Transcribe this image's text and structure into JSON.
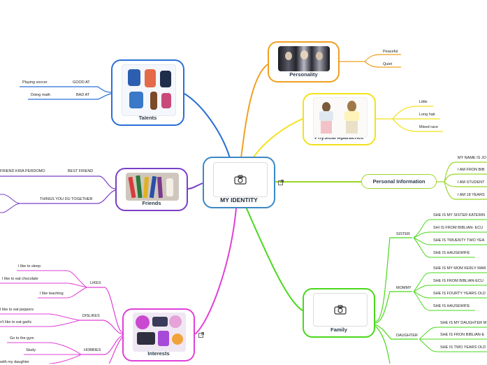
{
  "central": {
    "title": "MY IDENTITY",
    "icon": "camera-icon"
  },
  "personality": {
    "title": "Personality",
    "items": [
      "Peaceful",
      "Quiet"
    ]
  },
  "physical": {
    "title": "Physical Aparaence",
    "items": [
      "Little",
      "Long hair",
      "Mixed race"
    ]
  },
  "personal_info": {
    "title": "Personal Information",
    "items": [
      "MY NAME IS JO",
      "I AM FRON BIB",
      "I AM STUDENT",
      "I AM 18 YEARS"
    ]
  },
  "family": {
    "title": "Family",
    "icon": "camera-icon",
    "groups": [
      {
        "label": "SISTER",
        "items": [
          "SHE IS MY SISTER KATERIN",
          "SHI IS FROM BIBLIAN- ECU",
          "SHE IS TWUENTY TWO YEA",
          "SHE IS HAUSEWIFE"
        ]
      },
      {
        "label": "MOMMY",
        "items": [
          "SHE IS MY MOM KERLY MAR",
          "SHE IS FROM BIBLIAN-ECU",
          "SHE IS FOURTY YEARS OLD",
          "SHE IS HAUSEWIFE"
        ]
      },
      {
        "label": "DAUGHTER",
        "items": [
          "SHE IS MY DAUGHTER M",
          "SHE IS FRON BIBLIAN-E",
          "SHE IS TWO YEARS OLD"
        ]
      }
    ]
  },
  "talents": {
    "title": "Talents",
    "groups": [
      {
        "label": "GOOD AT",
        "items": [
          "Playing soccer"
        ]
      },
      {
        "label": "BAD AT",
        "items": [
          "Doing math"
        ]
      }
    ]
  },
  "friends": {
    "title": "Friends",
    "groups": [
      {
        "label": "BEST FRIEND",
        "items": [
          "FRIEND KIRA PERDOMO"
        ]
      },
      {
        "label": "THINGS YOU DU TOGETHER",
        "items": []
      }
    ]
  },
  "interests": {
    "title": "Interests",
    "groups": [
      {
        "label": "LIKES",
        "items": [
          "I like to sleep",
          "I like to eat chocolate",
          "I like teaching"
        ]
      },
      {
        "label": "DISLIKES",
        "items": [
          "I like to eat peppers",
          "n't like to eat garlic"
        ]
      },
      {
        "label": "HOBBIES",
        "items": [
          "Go to the gym",
          "Study",
          "with my daughter"
        ]
      }
    ]
  },
  "colors": {
    "personality": "#f0a020",
    "physical": "#f2e21a",
    "personal_info": "#9ad626",
    "family": "#49d81a",
    "talents": "#2a6fd6",
    "friends": "#7a3fc8",
    "interests": "#e040d8",
    "central": "#3b88c4"
  }
}
